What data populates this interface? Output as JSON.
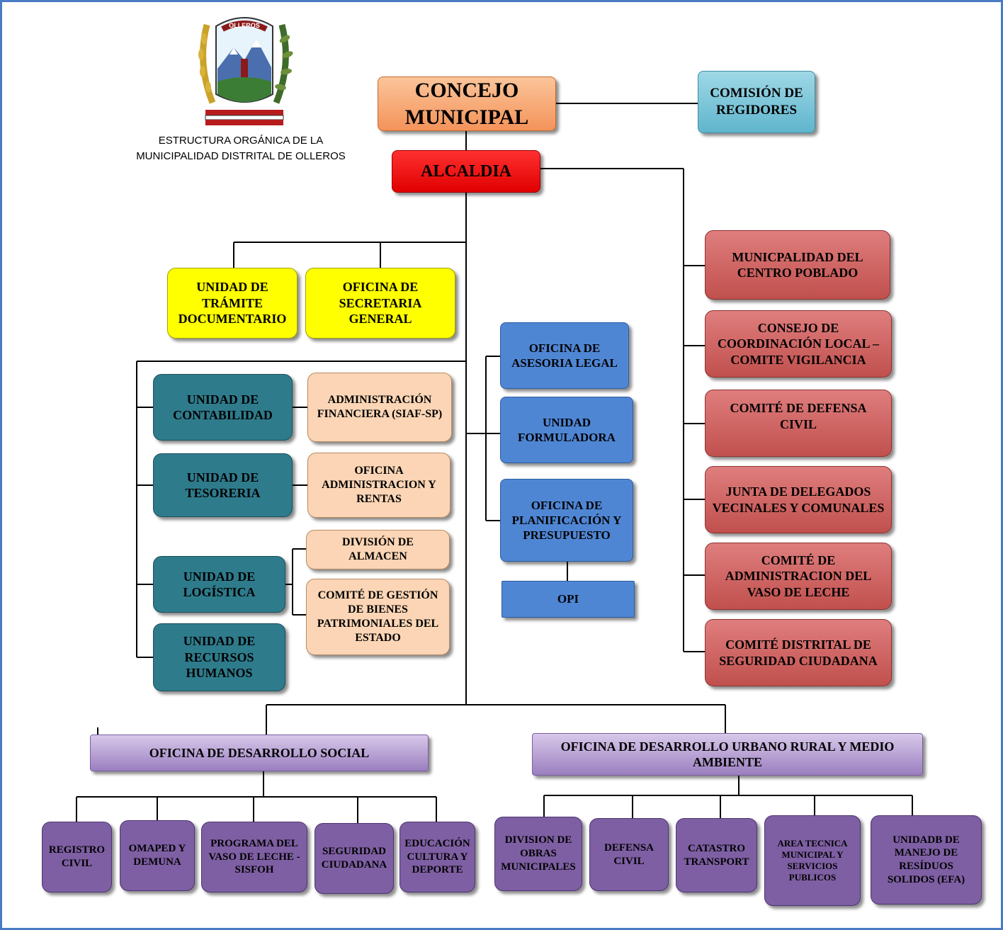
{
  "header": {
    "title_line1": "ESTRUCTURA ORGÁNICA DE LA",
    "title_line2": "MUNICIPALIDAD DISTRITAL DE OLLEROS"
  },
  "logo": {
    "icon": "municipal-seal-icon",
    "seal_text": "OLLEROS"
  },
  "colors": {
    "concejo": "#f4935a",
    "comision": "#5fb5cc",
    "alcaldia": "#ff0000",
    "apoyo_directo": "#ffff00",
    "administracion": "#2e7b8c",
    "sub_administracion": "#fbd5b5",
    "asesoria": "#4f86d4",
    "organos_consultivos": "#c0504d",
    "desarrollo": "#9b7fbf",
    "divisiones": "#7e5fa3",
    "frame": "#4a7ac4"
  },
  "nodes": {
    "concejo": "CONCEJO MUNICIPAL",
    "comision": "COMISIÓN DE REGIDORES",
    "alcaldia": "ALCALDIA",
    "tramite": "UNIDAD  DE TRÁMITE DOCUMENTARIO",
    "secretaria": "OFICINA DE SECRETARIA GENERAL",
    "contabilidad": "UNIDAD DE CONTABILIDAD",
    "tesoreria": "UNIDAD DE TESORERIA",
    "logistica": "UNIDAD DE LOGÍSTICA",
    "rrhh": "UNIDAD DE RECURSOS HUMANOS",
    "siaf": "ADMINISTRACIÓN FINANCIERA (SIAF-SP)",
    "rentas": "OFICINA ADMINISTRACION Y RENTAS",
    "almacen": "DIVISIÓN DE ALMACEN",
    "bienes": "COMITÉ DE GESTIÓN DE BIENES PATRIMONIALES DEL ESTADO",
    "asesoria": "OFICINA DE ASESORIA LEGAL",
    "formuladora": "UNIDAD FORMULADORA",
    "planificacion": "OFICINA DE PLANIFICACIÓN Y PRESUPUESTO",
    "opi": "OPI",
    "centro_poblado": "MUNICPALIDAD DEL CENTRO POBLADO",
    "coordinacion": "CONSEJO DE COORDINACIÓN LOCAL – COMITE VIGILANCIA",
    "defensa_civil_comite": "COMITÉ DE DEFENSA CIVIL",
    "junta": "JUNTA DE DELEGADOS VECINALES Y COMUNALES",
    "vaso_leche_comite": "COMITÉ DE ADMINISTRACION DEL VASO DE LECHE",
    "seguridad_comite": "COMITÉ DISTRITAL DE SEGURIDAD CIUDADANA",
    "desarrollo_social": "OFICINA DE DESARROLLO SOCIAL",
    "desarrollo_urbano": "OFICINA DE DESARROLLO URBANO RURAL Y MEDIO AMBIENTE",
    "registro": "REGISTRO CIVIL",
    "omaped": "OMAPED Y DEMUNA",
    "vaso_leche": "PROGRAMA DEL VASO DE LECHE - SISFOH",
    "seguridad": "SEGURIDAD CIUDADANA",
    "educacion": "EDUCACIÓN CULTURA Y DEPORTE",
    "obras": "DIVISION DE OBRAS MUNICIPALES",
    "defensa_civil": "DEFENSA CIVIL",
    "catastro": "CATASTRO TRANSPORT",
    "area_tecnica": "AREA TECNICA MUNICIPAL Y SERVICIOS PUBLICOS",
    "residuos": "UNIDADB DE MANEJO DE RESÍDUOS SOLIDOS (EFA)"
  }
}
